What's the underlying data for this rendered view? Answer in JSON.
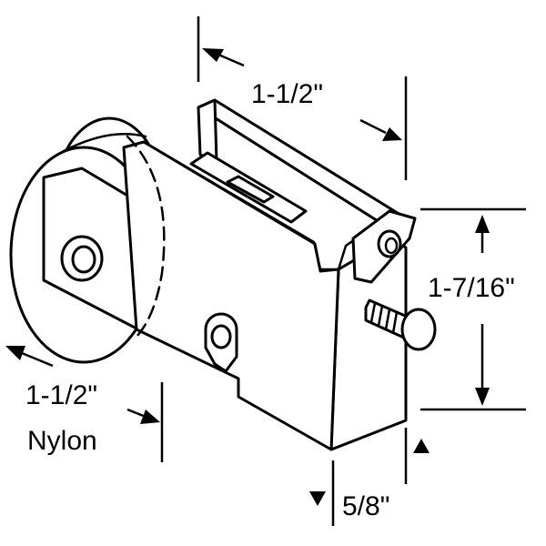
{
  "dimensions": {
    "top_width": "1-1/2\"",
    "height": "1-7/16\"",
    "wheel_diameter": "1-1/2\"",
    "wheel_material": "Nylon",
    "bottom_thickness": "5/8\""
  },
  "colors": {
    "line": "#000000",
    "background": "#ffffff"
  }
}
